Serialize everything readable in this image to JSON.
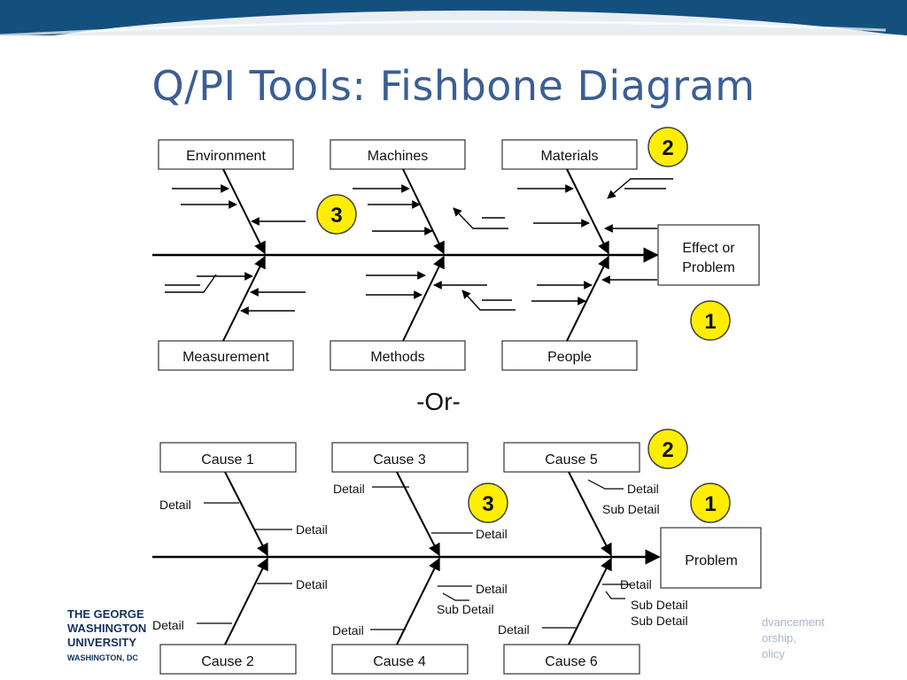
{
  "slide": {
    "title": "Q/PI Tools: Fishbone Diagram",
    "or_text": "-Or-"
  },
  "diagram_top": {
    "categories_top": [
      "Environment",
      "Machines",
      "Materials"
    ],
    "categories_bottom": [
      "Measurement",
      "Methods",
      "People"
    ],
    "effect_line1": "Effect or",
    "effect_line2": "Problem"
  },
  "diagram_bottom": {
    "causes_top": [
      "Cause 1",
      "Cause 3",
      "Cause 5"
    ],
    "causes_bottom": [
      "Cause 2",
      "Cause 4",
      "Cause 6"
    ],
    "problem": "Problem",
    "detail": "Detail",
    "sub_detail": "Sub Detail"
  },
  "badges": [
    "1",
    "2",
    "3"
  ],
  "logo": {
    "line1": "THE GEORGE",
    "line2": "WASHINGTON",
    "line3": "UNIVERSITY",
    "line4": "WASHINGTON, DC"
  },
  "footer": {
    "line1": "dvancement",
    "line2": "orship,",
    "line3": "olicy"
  },
  "colors": {
    "banner": "#14507e",
    "title": "#3a5f93",
    "badge": "#ffee00"
  }
}
